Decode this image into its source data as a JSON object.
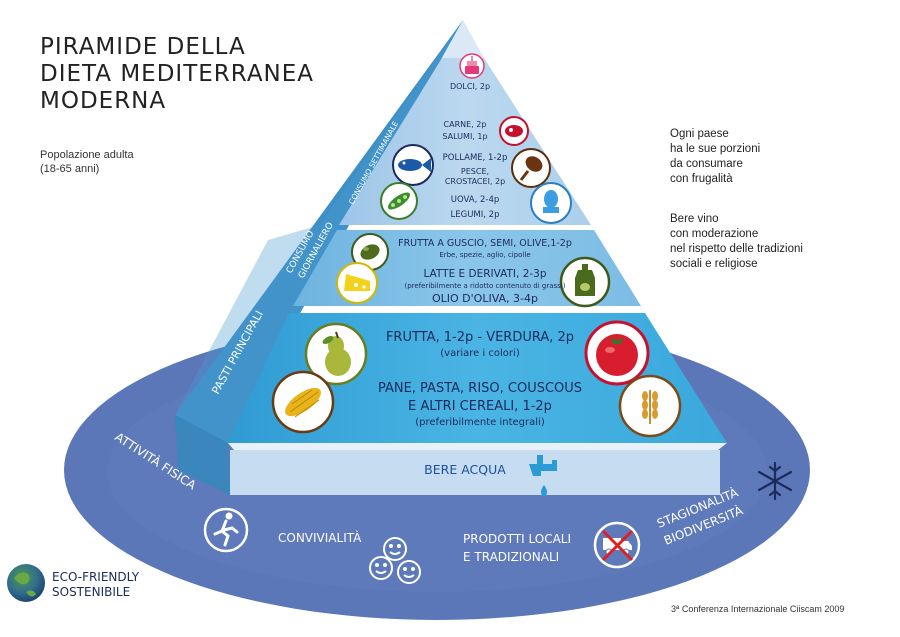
{
  "title": [
    "PIRAMIDE DELLA",
    "DIETA MEDITERRANEA",
    "MODERNA"
  ],
  "population": [
    "Popolazione adulta",
    "(18-65 anni)"
  ],
  "notes": {
    "portions": [
      "Ogni paese",
      "ha le sue porzioni",
      "da consumare",
      "con frugalità"
    ],
    "wine": [
      "Bere vino",
      "con moderazione",
      "nel rispetto delle tradizioni",
      "sociali e religiose"
    ]
  },
  "side_labels": {
    "weekly": "CONSUMO SETTIMANALE",
    "daily": [
      "CONSUMO",
      "GIORNALIERO"
    ],
    "main_meals": "PASTI PRINCIPALI"
  },
  "weekly": {
    "sweets": "DOLCI, 2p",
    "meat": "CARNE, 2p",
    "cured": "SALUMI, 1p",
    "poultry": "POLLAME, 1-2p",
    "fish": [
      "PESCE,",
      "CROSTACEI, 2p"
    ],
    "eggs": "UOVA, 2-4p",
    "legumes": "LEGUMI, 2p"
  },
  "daily": {
    "nuts": "FRUTTA A GUSCIO, SEMI, OLIVE,1-2p",
    "herbs": "Erbe, spezie, aglio, cipolle",
    "dairy": "LATTE E DERIVATI, 2-3p",
    "dairy_note": "(preferibilmente a ridotto contenuto di grassi)",
    "oil": "OLIO D'OLIVA, 3-4p"
  },
  "main": {
    "fruit_veg": "FRUTTA, 1-2p - VERDURA, 2p",
    "colors": "(variare i colori)",
    "cereals": [
      "PANE, PASTA, RISO, COUSCOUS",
      "E ALTRI CEREALI, 1-2p"
    ],
    "wholegrain": "(preferibilmente integrali)"
  },
  "water": "BERE ACQUA",
  "base": {
    "activity": "ATTIVITÀ FISICA",
    "conviviality": "CONVIVIALITÀ",
    "local": [
      "PRODOTTI LOCALI",
      "E TRADIZIONALI"
    ],
    "seasonality": [
      "STAGIONALITÀ",
      "BIODIVERSITÀ"
    ]
  },
  "eco": [
    "ECO-FRIENDLY",
    "SOSTENIBILE"
  ],
  "footer": "3ª Conferenza Internazionale Ciiscam  2009",
  "icons": {
    "cake": "cake-icon",
    "meat": "meat-icon",
    "fish": "fish-icon",
    "poultry": "drumstick-icon",
    "peas": "peas-icon",
    "egg": "egg-icon",
    "olive": "olive-icon",
    "cheese": "cheese-icon",
    "oil": "oil-bottle-icon",
    "pear": "pear-icon",
    "tomato": "tomato-icon",
    "corn": "corn-icon",
    "wheat": "wheat-icon",
    "tap": "water-tap-icon",
    "runner": "runner-icon",
    "smileys": "smiley-faces-icon",
    "no-truck": "no-truck-icon",
    "snowflake": "snowflake-icon",
    "globe": "earth-globe-icon"
  },
  "colors": {
    "ellipse": "#5b77b8",
    "apex": "#dbe9f6",
    "top_tier": "#a9cbe9",
    "mid_tier": "#6fb4e0",
    "bottom_tier": "#3aa8dc",
    "water_band": "#c6dcf0",
    "side": "#3e8fc6",
    "navy": "#1c2a5c"
  }
}
